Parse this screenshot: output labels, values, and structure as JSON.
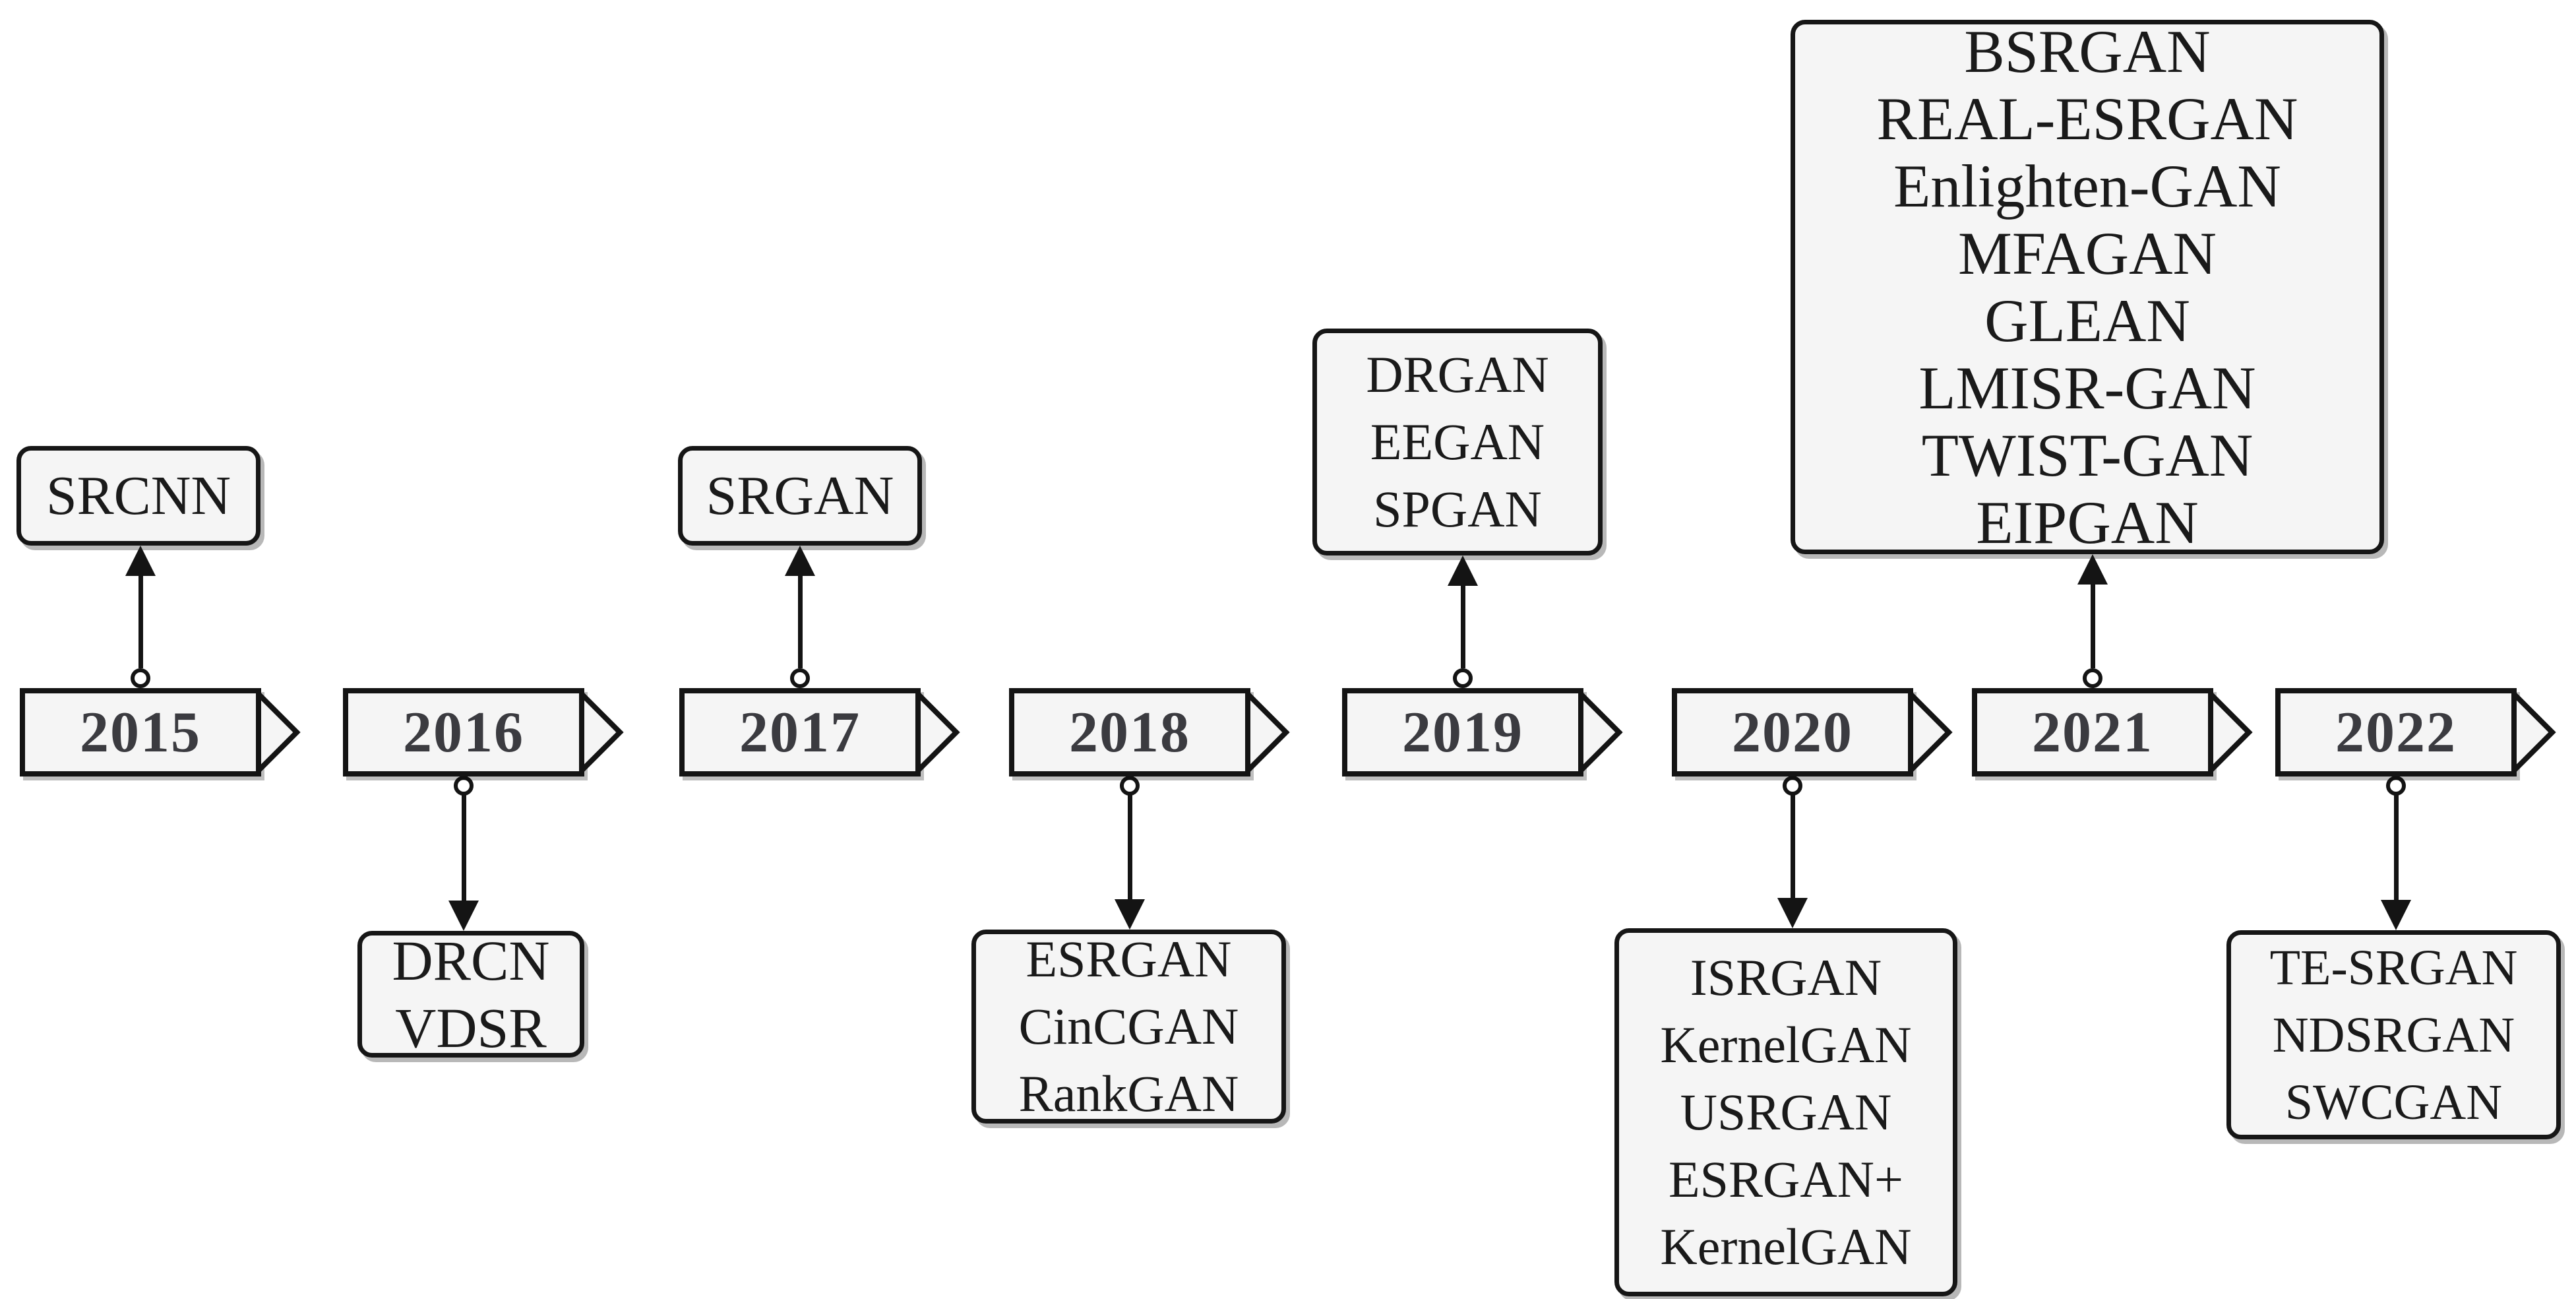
{
  "figure": {
    "description": "Timeline of GAN-based super-resolution methods per year",
    "background_color": "#ffffff",
    "box_fill_color": "#f5f5f5",
    "border_color": "#141414",
    "year_text_color": "#3b3b40",
    "method_text_color": "#1a1a1a"
  },
  "timeline": [
    {
      "year": "2015",
      "methods_position": "above",
      "methods": [
        "SRCNN"
      ]
    },
    {
      "year": "2016",
      "methods_position": "below",
      "methods": [
        "DRCN",
        "VDSR"
      ]
    },
    {
      "year": "2017",
      "methods_position": "above",
      "methods": [
        "SRGAN"
      ]
    },
    {
      "year": "2018",
      "methods_position": "below",
      "methods": [
        "ESRGAN",
        "CinCGAN",
        "RankGAN"
      ]
    },
    {
      "year": "2019",
      "methods_position": "above",
      "methods": [
        "DRGAN",
        "EEGAN",
        "SPGAN"
      ]
    },
    {
      "year": "2020",
      "methods_position": "below",
      "methods": [
        "ISRGAN",
        "KernelGAN",
        "USRGAN",
        "ESRGAN+",
        "KernelGAN"
      ]
    },
    {
      "year": "2021",
      "methods_position": "above",
      "methods": [
        "BSRGAN",
        "REAL-ESRGAN",
        "Enlighten-GAN",
        "MFAGAN",
        "GLEAN",
        "LMISR-GAN",
        "TWIST-GAN",
        "EIPGAN"
      ]
    },
    {
      "year": "2022",
      "methods_position": "below",
      "methods": [
        "TE-SRGAN",
        "NDSRGAN",
        "SWCGAN"
      ]
    }
  ]
}
